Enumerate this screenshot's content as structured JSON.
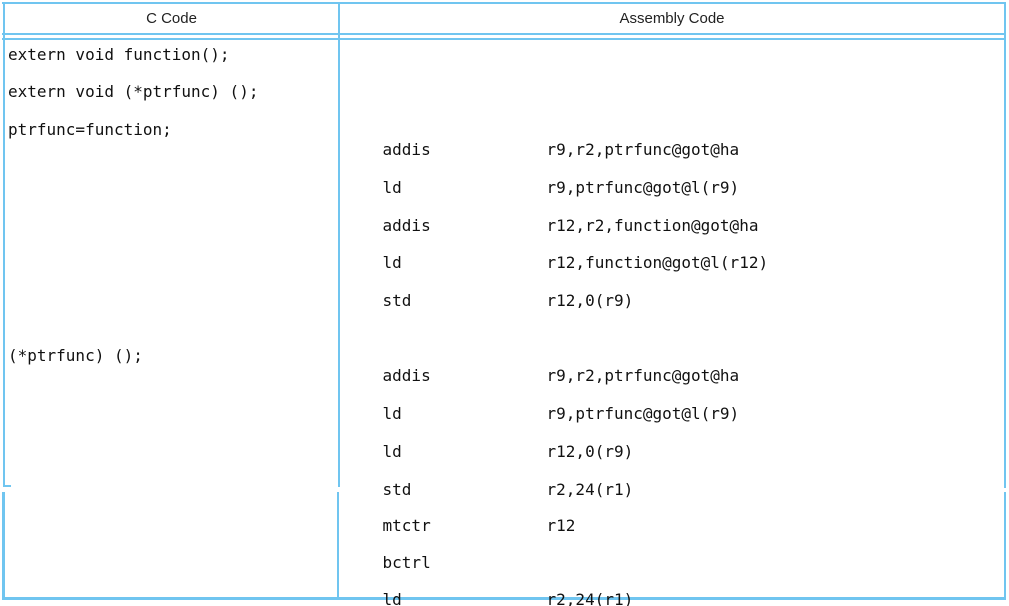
{
  "header": {
    "c_code": "C Code",
    "assembly_code": "Assembly Code"
  },
  "c_code_lines": [
    "extern void function();",
    "extern void (*ptrfunc) ();",
    "ptrfunc=function;",
    "(*ptrfunc) ();"
  ],
  "assembly_lines": [
    {
      "mnemonic": "addis",
      "operands": "r9,r2,ptrfunc@got@ha"
    },
    {
      "mnemonic": "ld",
      "operands": "r9,ptrfunc@got@l(r9)"
    },
    {
      "mnemonic": "addis",
      "operands": "r12,r2,function@got@ha"
    },
    {
      "mnemonic": "ld",
      "operands": "r12,function@got@l(r12)"
    },
    {
      "mnemonic": "std",
      "operands": "r12,0(r9)"
    },
    {
      "mnemonic": "addis",
      "operands": "r9,r2,ptrfunc@got@ha"
    },
    {
      "mnemonic": "ld",
      "operands": "r9,ptrfunc@got@l(r9)"
    },
    {
      "mnemonic": "ld",
      "operands": "r12,0(r9)"
    },
    {
      "mnemonic": "std",
      "operands": "r2,24(r1)"
    },
    {
      "mnemonic": "mtctr",
      "operands": "r12"
    },
    {
      "mnemonic": "bctrl",
      "operands": ""
    },
    {
      "mnemonic": "ld",
      "operands": "r2,24(r1)"
    }
  ],
  "colors": {
    "border": "#70C5F0",
    "code_text": "#111111",
    "header_text": "#222222"
  }
}
